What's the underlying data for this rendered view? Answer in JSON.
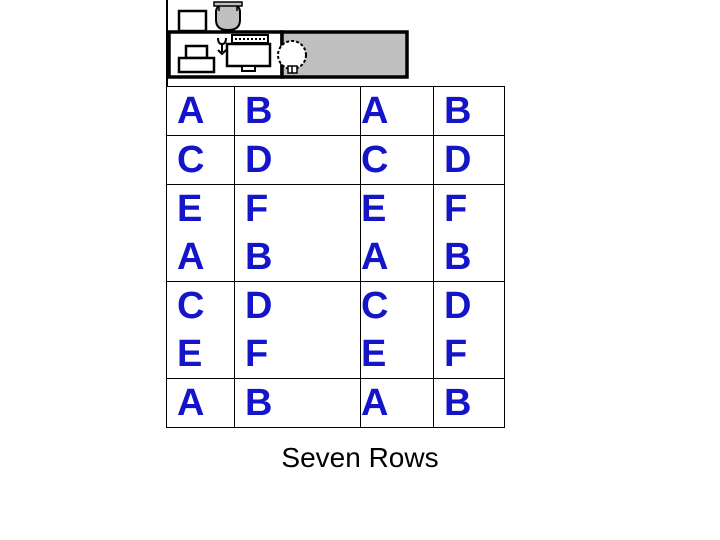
{
  "slide": {
    "background_color": "#ffffff",
    "caption": "Seven Rows",
    "caption_color": "#000000",
    "letter_color": "#1414c8",
    "border_color": "#000000"
  },
  "clipart": {
    "name": "office-workstation-clipart",
    "description": "line-art office scene: desk with computer monitor, keyboard, printer, chair and a round table",
    "fill_gray": "#c0c0c0",
    "fill_white": "#ffffff",
    "stroke": "#000000",
    "parts": [
      {
        "name": "chair-top-left",
        "shape": "rectangle-outline"
      },
      {
        "name": "chair-gray-round",
        "shape": "rounded-blob"
      },
      {
        "name": "desk-room",
        "shape": "rectangle-outline"
      },
      {
        "name": "printer",
        "shape": "stacked-boxes"
      },
      {
        "name": "monitor",
        "shape": "screen-with-stand"
      },
      {
        "name": "keyboard",
        "shape": "small-bar-with-keys"
      },
      {
        "name": "desk-lamp",
        "shape": "y-hook"
      },
      {
        "name": "gray-room",
        "shape": "filled-rectangle"
      },
      {
        "name": "round-table",
        "shape": "dashed-circle"
      },
      {
        "name": "table-base",
        "shape": "small-pedestal"
      }
    ]
  },
  "table": {
    "name": "seven-rows-letter-table",
    "column_count": 4,
    "row_count": 7,
    "columns": [
      "col-1",
      "col-2",
      "col-3-spacer",
      "col-4"
    ],
    "rows": [
      {
        "cells": [
          "A",
          "B",
          "A",
          "B"
        ],
        "rule_below": true
      },
      {
        "cells": [
          "C",
          "D",
          "C",
          "D"
        ],
        "rule_below": true
      },
      {
        "cells": [
          "E",
          "F",
          "E",
          "F"
        ],
        "rule_below": false
      },
      {
        "cells": [
          "A",
          "B",
          "A",
          "B"
        ],
        "rule_below": true
      },
      {
        "cells": [
          "C",
          "D",
          "C",
          "D"
        ],
        "rule_below": false
      },
      {
        "cells": [
          "E",
          "F",
          "E",
          "F"
        ],
        "rule_below": true
      },
      {
        "cells": [
          "A",
          "B",
          "A",
          "B"
        ],
        "rule_below": true
      }
    ]
  }
}
